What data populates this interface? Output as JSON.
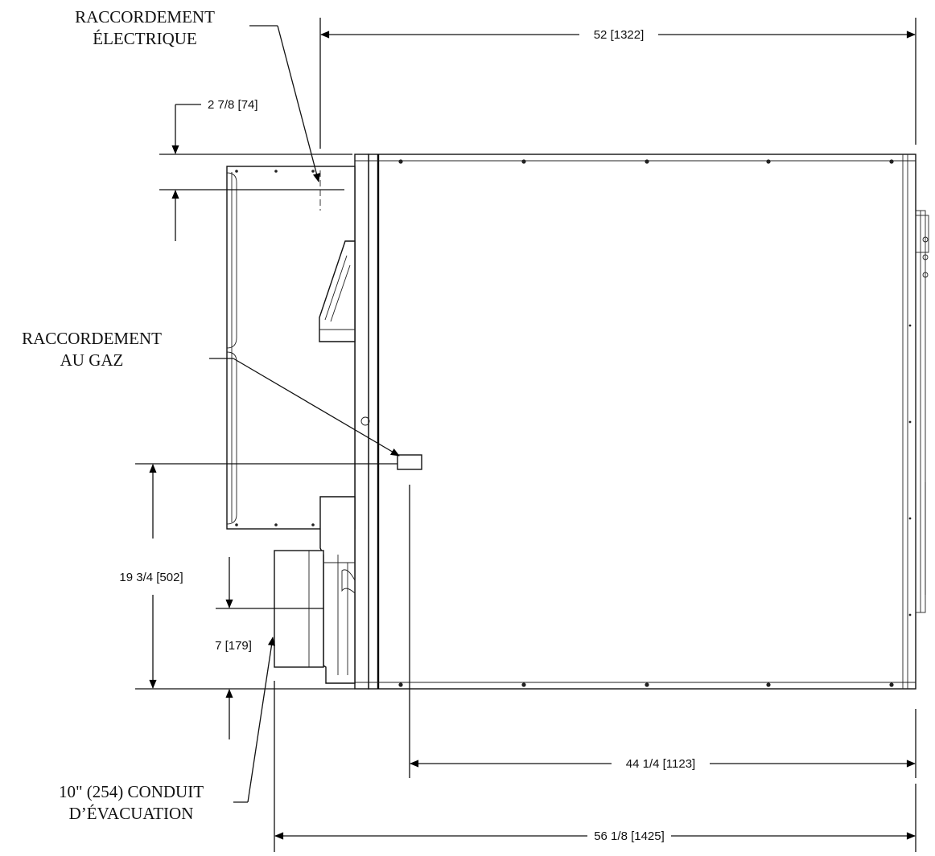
{
  "labels": {
    "electrical_line1": "RACCORDEMENT",
    "electrical_line2": "ÉLECTRIQUE",
    "gas_line1": "RACCORDEMENT",
    "gas_line2": "AU GAZ",
    "vent_line1": "10\" (254) CONDUIT",
    "vent_line2": "D’ÉVACUATION"
  },
  "dimensions": {
    "overall_top": "52 [1322]",
    "electrical_offset": "2 7/8 [74]",
    "gas_height": "19 3/4 [502]",
    "vent_center": "7 [179]",
    "gas_to_back": "44 1/4 [1123]",
    "overall_bottom": "56 1/8 [1425]"
  }
}
